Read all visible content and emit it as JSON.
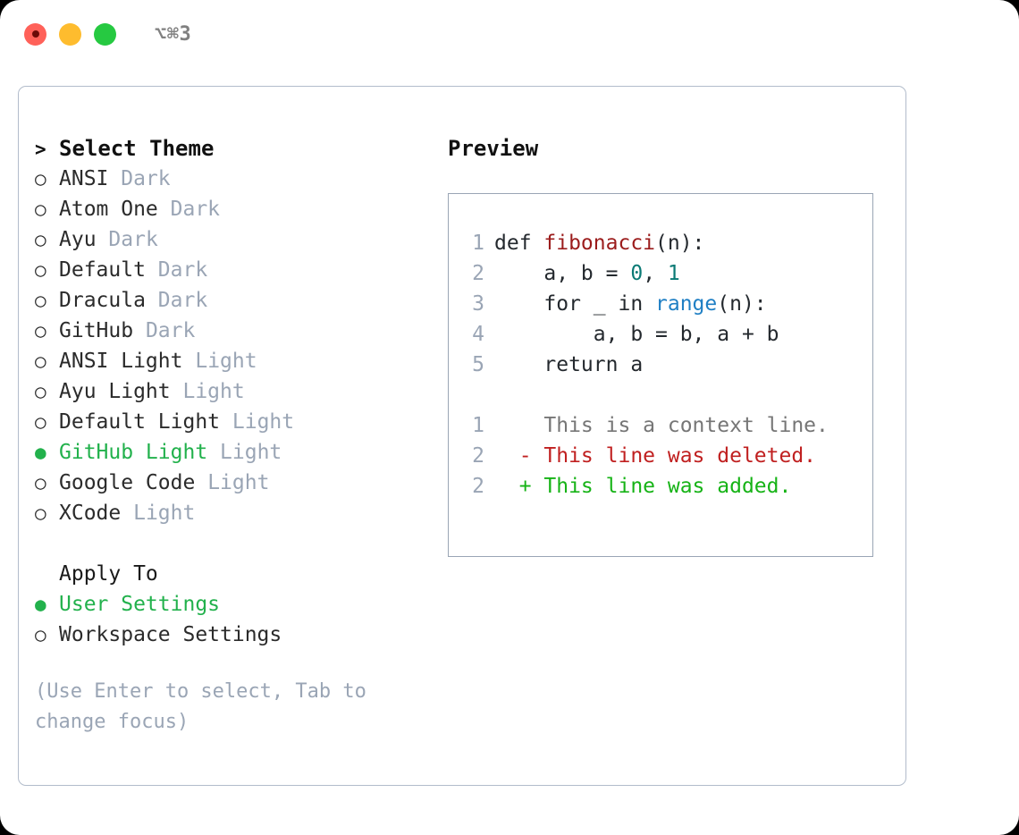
{
  "titlebar": {
    "shortcut": "⌥⌘3",
    "lights": [
      "close-light",
      "minimize-light",
      "maximize-light"
    ]
  },
  "theme_panel": {
    "heading": "Select Theme",
    "heading_prefix": ">",
    "bullet_selected": "●",
    "bullet_unselected": "○",
    "items": [
      {
        "label": "ANSI",
        "badge": "Dark",
        "selected": false
      },
      {
        "label": "Atom One",
        "badge": "Dark",
        "selected": false
      },
      {
        "label": "Ayu",
        "badge": "Dark",
        "selected": false
      },
      {
        "label": "Default",
        "badge": "Dark",
        "selected": false
      },
      {
        "label": "Dracula",
        "badge": "Dark",
        "selected": false
      },
      {
        "label": "GitHub",
        "badge": "Dark",
        "selected": false
      },
      {
        "label": "ANSI Light",
        "badge": "Light",
        "selected": false
      },
      {
        "label": "Ayu Light",
        "badge": "Light",
        "selected": false
      },
      {
        "label": "Default Light",
        "badge": "Light",
        "selected": false
      },
      {
        "label": "GitHub Light",
        "badge": "Light",
        "selected": true
      },
      {
        "label": "Google Code",
        "badge": "Light",
        "selected": false
      },
      {
        "label": "XCode",
        "badge": "Light",
        "selected": false
      }
    ]
  },
  "apply_to": {
    "heading": "Apply To",
    "options": [
      {
        "label": "User Settings",
        "selected": true
      },
      {
        "label": "Workspace Settings",
        "selected": false
      }
    ]
  },
  "hint": "(Use Enter to select, Tab to change focus)",
  "preview": {
    "title": "Preview",
    "code_lines": [
      {
        "no": "1",
        "tokens": [
          {
            "t": "def ",
            "c": "plain"
          },
          {
            "t": "fibonacci",
            "c": "func"
          },
          {
            "t": "(n):",
            "c": "plain"
          }
        ]
      },
      {
        "no": "2",
        "tokens": [
          {
            "t": "    a, b = ",
            "c": "plain"
          },
          {
            "t": "0",
            "c": "num"
          },
          {
            "t": ", ",
            "c": "plain"
          },
          {
            "t": "1",
            "c": "num"
          }
        ]
      },
      {
        "no": "3",
        "tokens": [
          {
            "t": "    for _ in ",
            "c": "plain"
          },
          {
            "t": "range",
            "c": "builtin"
          },
          {
            "t": "(n):",
            "c": "plain"
          }
        ]
      },
      {
        "no": "4",
        "tokens": [
          {
            "t": "        a, b = b, a + b",
            "c": "plain"
          }
        ]
      },
      {
        "no": "5",
        "tokens": [
          {
            "t": "    return a",
            "c": "plain"
          }
        ]
      }
    ],
    "diff_lines": [
      {
        "no": "1",
        "marker": " ",
        "text": " This is a context line.",
        "kind": "ctx"
      },
      {
        "no": "2",
        "marker": "-",
        "text": " This line was deleted.",
        "kind": "del"
      },
      {
        "no": "2",
        "marker": "+",
        "text": " This line was added.",
        "kind": "add"
      }
    ]
  },
  "colors": {
    "accent_green": "#22b14c",
    "muted": "#9aa5b5",
    "border": "#b2bccb",
    "diff_add": "#16b316",
    "diff_del": "#c02020",
    "func": "#9b1c1c",
    "number": "#0b7a75",
    "builtin": "#1f7fc4"
  }
}
